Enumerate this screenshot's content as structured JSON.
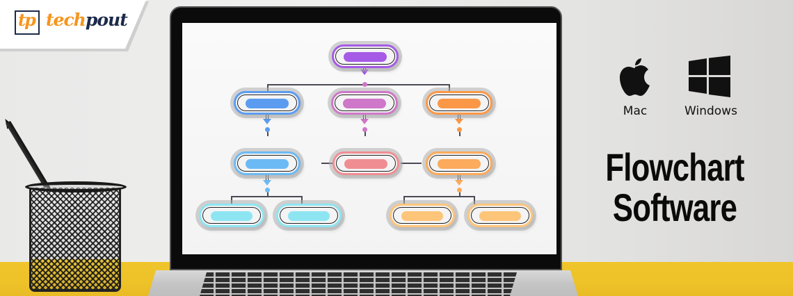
{
  "brand": {
    "logo_mark": "tp",
    "logo_word_part1": "tech",
    "logo_word_part2": "pout",
    "colors": {
      "orange": "#f7941d",
      "navy": "#1c2a4a"
    }
  },
  "platforms": [
    {
      "label": "Mac",
      "icon": "apple-icon"
    },
    {
      "label": "Windows",
      "icon": "windows-icon"
    }
  ],
  "headline": {
    "line1": "Flowchart",
    "line2": "Software"
  },
  "flowchart": {
    "nodes": [
      {
        "id": "root",
        "color": "#a55be6"
      },
      {
        "id": "l2-left",
        "color": "#5b9cf0"
      },
      {
        "id": "l2-mid",
        "color": "#cf77c8"
      },
      {
        "id": "l2-right",
        "color": "#fb9848"
      },
      {
        "id": "l3-left",
        "color": "#6cbaf5"
      },
      {
        "id": "l3-mid",
        "color": "#f08d93"
      },
      {
        "id": "l3-right",
        "color": "#fcaa5c"
      },
      {
        "id": "l4-a",
        "color": "#8ee5f2"
      },
      {
        "id": "l4-b",
        "color": "#8ee5f2"
      },
      {
        "id": "l4-c",
        "color": "#fdc57a"
      },
      {
        "id": "l4-d",
        "color": "#fdc57a"
      }
    ]
  },
  "scene": {
    "desk_color": "#efc52b",
    "wall_color": "#e9e9e8"
  }
}
